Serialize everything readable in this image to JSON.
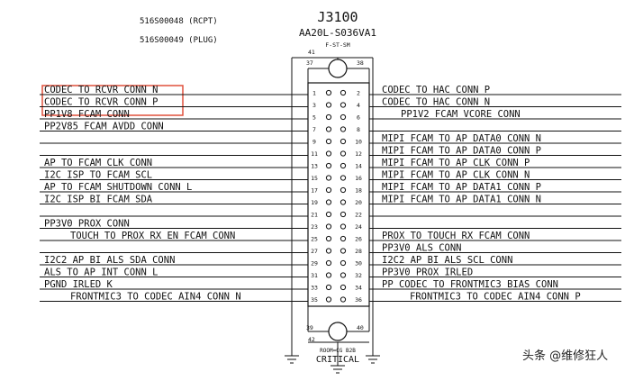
{
  "part_numbers": {
    "rcpt": "516S00048 (RCPT)",
    "plug": "516S00049 (PLUG)"
  },
  "connector": {
    "refdes": "J3100",
    "part": "AA20L-S036VA1",
    "variant": "F-ST-SM",
    "footer_small": "ROOM=CG B2B",
    "footer": "CRITICAL",
    "mount_pins": {
      "top": [
        "41",
        "37",
        "38"
      ],
      "bottom": [
        "39",
        "40",
        "42"
      ]
    }
  },
  "left_nets": [
    {
      "pin": "1",
      "label": "CODEC_TO_RCVR_CONN_N",
      "highlight": true
    },
    {
      "pin": "3",
      "label": "CODEC_TO_RCVR_CONN_P",
      "highlight": true
    },
    {
      "pin": "5",
      "label": "PP1V8_FCAM_CONN"
    },
    {
      "pin": "7",
      "label": "PP2V85_FCAM_AVDD_CONN"
    },
    {
      "pin": "9",
      "label": ""
    },
    {
      "pin": "11",
      "label": ""
    },
    {
      "pin": "13",
      "label": "AP_TO_FCAM_CLK_CONN"
    },
    {
      "pin": "15",
      "label": "I2C_ISP_TO_FCAM_SCL"
    },
    {
      "pin": "17",
      "label": "AP_TO_FCAM_SHUTDOWN_CONN_L"
    },
    {
      "pin": "19",
      "label": "I2C_ISP_BI_FCAM_SDA"
    },
    {
      "pin": "21",
      "label": ""
    },
    {
      "pin": "23",
      "label": "PP3V0_PROX_CONN"
    },
    {
      "pin": "25",
      "label": "TOUCH_TO_PROX_RX_EN_FCAM_CONN"
    },
    {
      "pin": "27",
      "label": ""
    },
    {
      "pin": "29",
      "label": "I2C2_AP_BI_ALS_SDA_CONN"
    },
    {
      "pin": "31",
      "label": "ALS_TO_AP_INT_CONN_L"
    },
    {
      "pin": "33",
      "label": "PGND_IRLED_K"
    },
    {
      "pin": "35",
      "label": "FRONTMIC3_TO_CODEC_AIN4_CONN_N"
    }
  ],
  "right_nets": [
    {
      "pin": "2",
      "label": "CODEC_TO_HAC_CONN_P"
    },
    {
      "pin": "4",
      "label": "CODEC_TO_HAC_CONN_N"
    },
    {
      "pin": "6",
      "label": "PP1V2_FCAM_VCORE_CONN"
    },
    {
      "pin": "8",
      "label": ""
    },
    {
      "pin": "10",
      "label": "MIPI_FCAM_TO_AP_DATA0_CONN_N"
    },
    {
      "pin": "12",
      "label": "MIPI_FCAM_TO_AP_DATA0_CONN_P"
    },
    {
      "pin": "14",
      "label": "MIPI_FCAM_TO_AP_CLK_CONN_P"
    },
    {
      "pin": "16",
      "label": "MIPI_FCAM_TO_AP_CLK_CONN_N"
    },
    {
      "pin": "18",
      "label": "MIPI_FCAM_TO_AP_DATA1_CONN_P"
    },
    {
      "pin": "20",
      "label": "MIPI_FCAM_TO_AP_DATA1_CONN_N"
    },
    {
      "pin": "22",
      "label": ""
    },
    {
      "pin": "24",
      "label": ""
    },
    {
      "pin": "26",
      "label": "PROX_TO_TOUCH_RX_FCAM_CONN"
    },
    {
      "pin": "28",
      "label": "PP3V0_ALS_CONN"
    },
    {
      "pin": "30",
      "label": "I2C2_AP_BI_ALS_SCL_CONN"
    },
    {
      "pin": "32",
      "label": "PP3V0_PROX_IRLED"
    },
    {
      "pin": "34",
      "label": "PP_CODEC_TO_FRONTMIC3_BIAS_CONN"
    },
    {
      "pin": "36",
      "label": "FRONTMIC3_TO_CODEC_AIN4_CONN_P"
    }
  ],
  "watermark": "头条 @维修狂人",
  "colors": {
    "highlight_box": "#e0503c",
    "line": "#111111"
  }
}
